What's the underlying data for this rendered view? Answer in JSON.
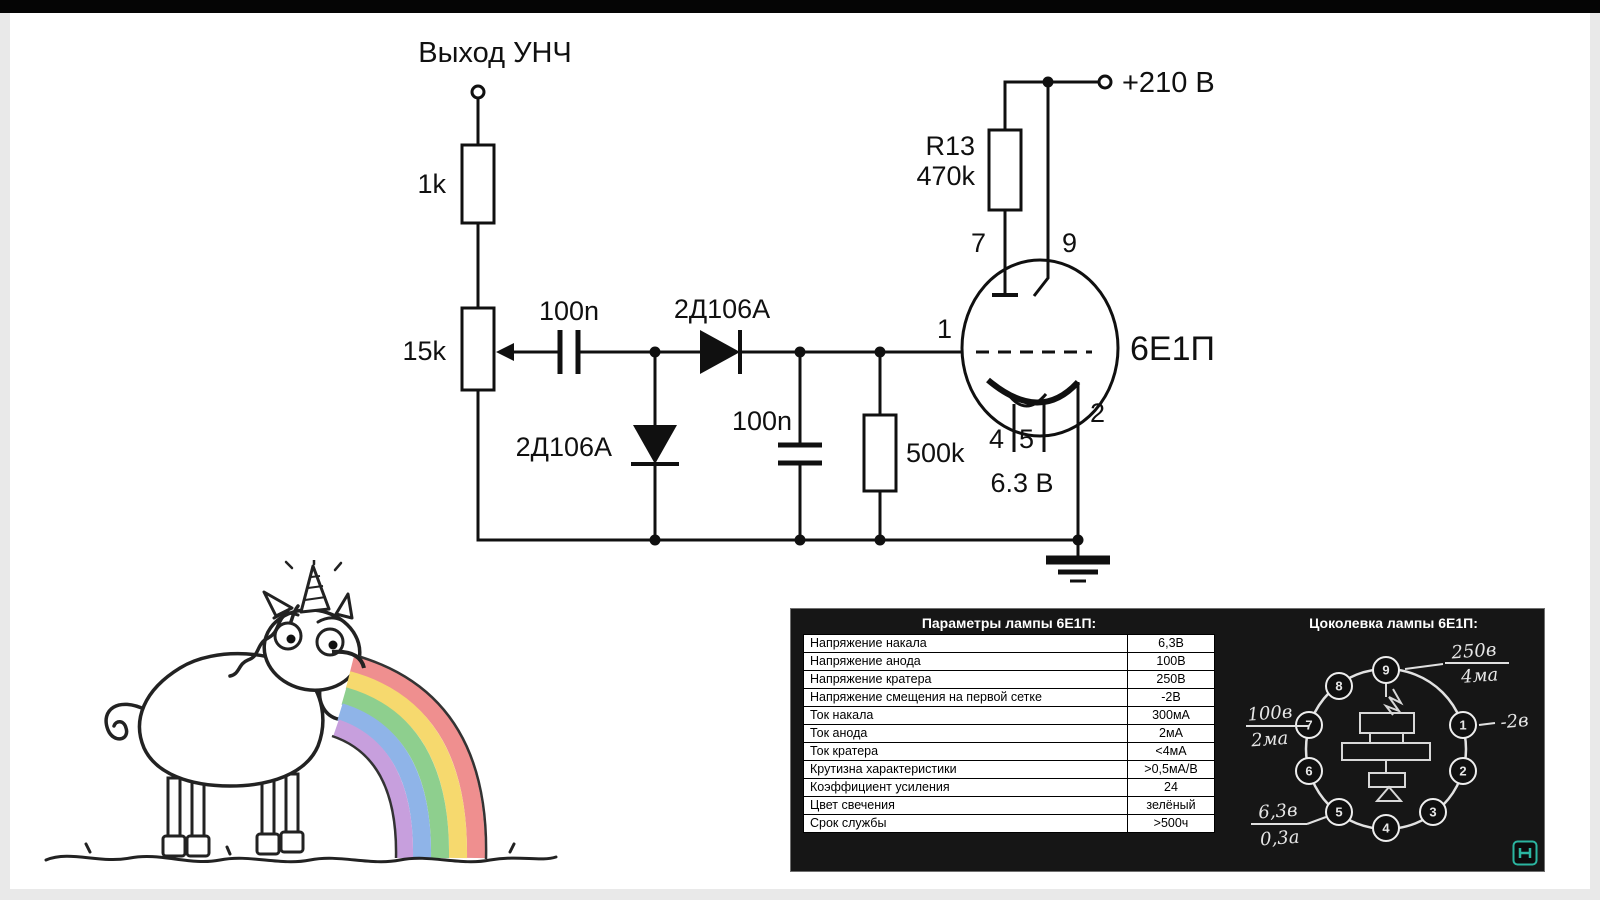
{
  "schematic": {
    "output_label": "Выход УНЧ",
    "supply_label": "+210 В",
    "r1_value": "1k",
    "pot_value": "15k",
    "c1_value": "100n",
    "d1_value": "2Д106А",
    "d2_value": "2Д106А",
    "c2_value": "100n",
    "r2_value": "500k",
    "r13_name": "R13",
    "r13_value": "470k",
    "tube_name": "6Е1П",
    "heater_label": "6.3 В",
    "pin1": "1",
    "pin2": "2",
    "pin4": "4",
    "pin5": "5",
    "pin7": "7",
    "pin9": "9"
  },
  "panel": {
    "params_title": "Параметры лампы 6Е1П:",
    "rows": [
      {
        "param": "Напряжение накала",
        "value": "6,3В"
      },
      {
        "param": "Напряжение анода",
        "value": "100В"
      },
      {
        "param": "Напряжение кратера",
        "value": "250В"
      },
      {
        "param": "Напряжение смещения на первой сетке",
        "value": "-2В"
      },
      {
        "param": "Ток накала",
        "value": "300мА"
      },
      {
        "param": "Ток анода",
        "value": "2мА"
      },
      {
        "param": "Ток кратера",
        "value": "<4мА"
      },
      {
        "param": "Крутизна характеристики",
        "value": ">0,5мА/В"
      },
      {
        "param": "Коэффициент усиления",
        "value": "24"
      },
      {
        "param": "Цвет свечения",
        "value": "зелёный"
      },
      {
        "param": "Срок службы",
        "value": ">500ч"
      }
    ],
    "pinout_title": "Цоколевка лампы 6Е1П:",
    "pinout": {
      "pins": [
        "1",
        "2",
        "3",
        "4",
        "5",
        "6",
        "7",
        "8",
        "9"
      ],
      "anode_label_top": "250в",
      "anode_label_bottom": "4ма",
      "grid_label": "-2в",
      "screen_label_top": "100в",
      "screen_label_bottom": "2ма",
      "heater_label_top": "6,3в",
      "heater_label_bottom": "0,3а"
    }
  },
  "illustration": {
    "rainbow_colors": [
      "#ef8f8f",
      "#f6d96e",
      "#8ecf8e",
      "#8fb4e8",
      "#c79fdd"
    ]
  },
  "colors": {
    "panel_bg": "#161616",
    "logo_teal": "#2bb5a0"
  }
}
